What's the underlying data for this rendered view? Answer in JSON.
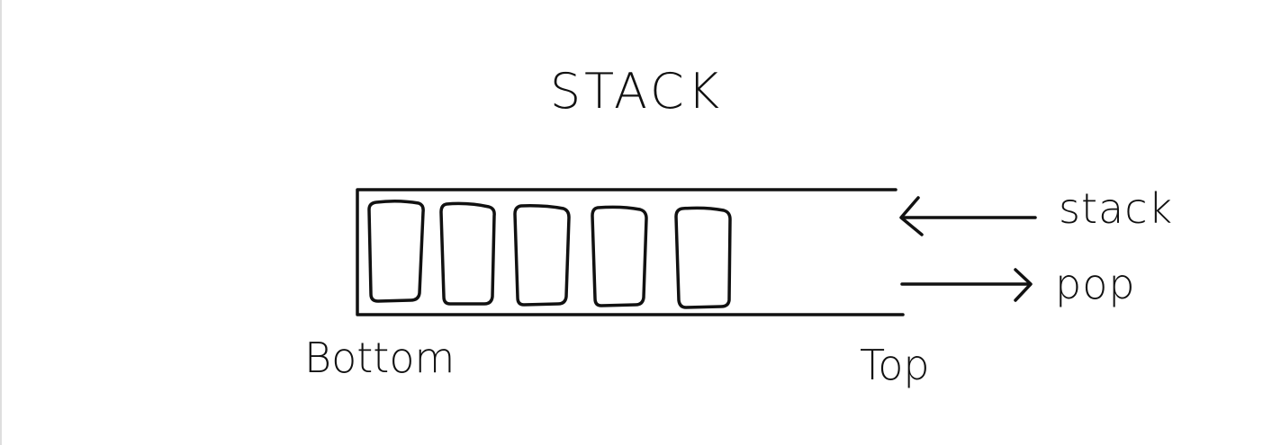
{
  "diagram": {
    "title": "STACK",
    "labels": {
      "bottom": "Bottom",
      "top": "Top",
      "push": "stack",
      "pop": "pop"
    },
    "stack_element_count": 5,
    "colors": {
      "ink": "#111111",
      "background": "#ffffff"
    }
  }
}
